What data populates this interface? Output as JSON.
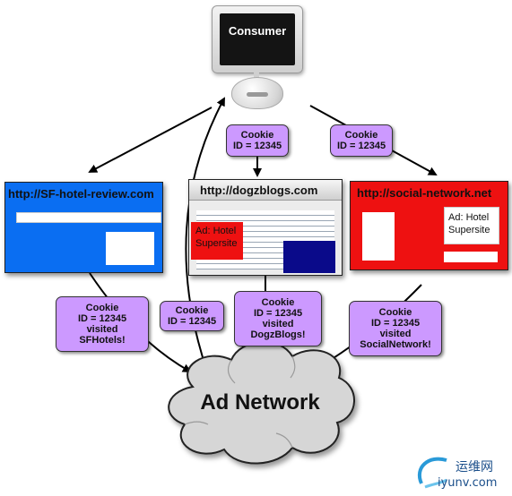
{
  "consumer": {
    "label": "Consumer"
  },
  "sites": [
    {
      "url": "http://SF-hotel-review.com",
      "color": "#0a6ef2"
    },
    {
      "url": "http://dogzblogs.com",
      "ad_text": "Ad: Hotel Supersite",
      "color": "#e8e8e8"
    },
    {
      "url": "http://social-network.net",
      "ad_text": "Ad: Hotel Supersite",
      "color": "#ee1111"
    }
  ],
  "tags": {
    "top_center": [
      "Cookie",
      "ID = 12345"
    ],
    "top_right": [
      "Cookie",
      "ID = 12345"
    ],
    "network_return": [
      "Cookie",
      "ID = 12345"
    ],
    "sfhotels": [
      "Cookie",
      "ID = 12345",
      "visited",
      "SFHotels!"
    ],
    "dogzblogs": [
      "Cookie",
      "ID = 12345",
      "visited",
      "DogzBlogs!"
    ],
    "socialnetwork": [
      "Cookie",
      "ID = 12345",
      "visited",
      "SocialNetwork!"
    ]
  },
  "ad_network": {
    "label": "Ad Network"
  },
  "watermark": {
    "chinese": "运维网",
    "domain": "iyunv.com"
  },
  "colors": {
    "tag": "#cc99ff",
    "sf_site": "#0a6ef2",
    "social_site": "#ee1111",
    "ad_block": "#ee1111",
    "dark_block": "#0a0a8a"
  }
}
